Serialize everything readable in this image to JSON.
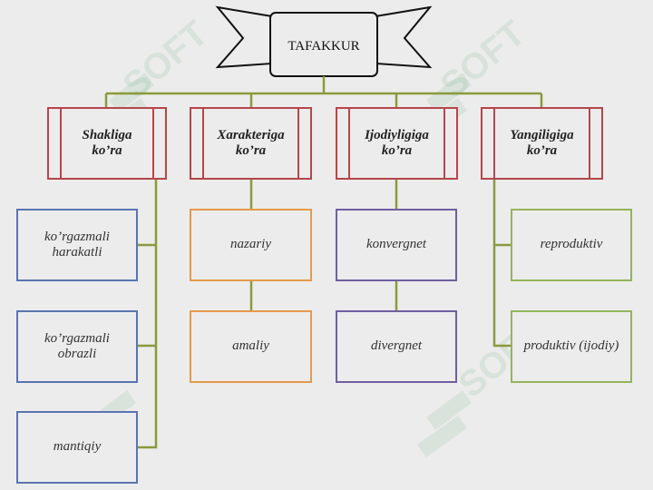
{
  "title": "TAFAKKUR",
  "categories": [
    {
      "label": "Shakliga ko’ra"
    },
    {
      "label": "Xarakteriga ko’ra"
    },
    {
      "label": "Ijodiyligiga ko’ra"
    },
    {
      "label": "Yangiligiga ko’ra"
    }
  ],
  "shakliga_items": [
    "ko’rgazmali harakatli",
    "ko’rgazmali obrazli",
    "mantiqiy"
  ],
  "xarakteriga_items": [
    "nazariy",
    "amaliy"
  ],
  "ijodiyligiga_items": [
    "konvergnet",
    "divergnet"
  ],
  "yangiligiga_items": [
    "reproduktiv",
    "produktiv (ijodiy)"
  ],
  "watermark": "SOFT",
  "colors": {
    "connector": "#8a9a3c",
    "category_border": "#b5464b",
    "blue": "#5a74b0",
    "orange": "#e69a4a",
    "purple": "#6e5fa0",
    "green": "#95b45a"
  }
}
